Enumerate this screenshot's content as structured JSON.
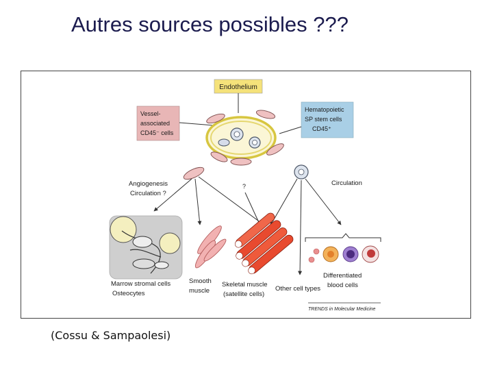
{
  "slide": {
    "title": "Autres sources possibles ???",
    "caption": "(Cossu & Sampaolesi)"
  },
  "figure": {
    "endothelium": "Endothelium",
    "vessel_cells": [
      "Vessel-",
      "associated",
      "CD45⁻ cells"
    ],
    "sp_cells": [
      "Hematopoietic",
      "SP stem cells",
      "CD45⁺"
    ],
    "angiogenesis": [
      "Angiogenesis",
      "Circulation ?"
    ],
    "question_mark": "?",
    "circulation": "Circulation",
    "marrow": [
      "Marrow stromal cells",
      "Osteocytes"
    ],
    "smooth": [
      "Smooth",
      "muscle"
    ],
    "skeletal": [
      "Skeletal muscle",
      "(satellite cells)"
    ],
    "other": "Other cell types",
    "blood": [
      "Differentiated",
      "blood cells"
    ],
    "journal": "TRENDS in Molecular Medicine"
  }
}
